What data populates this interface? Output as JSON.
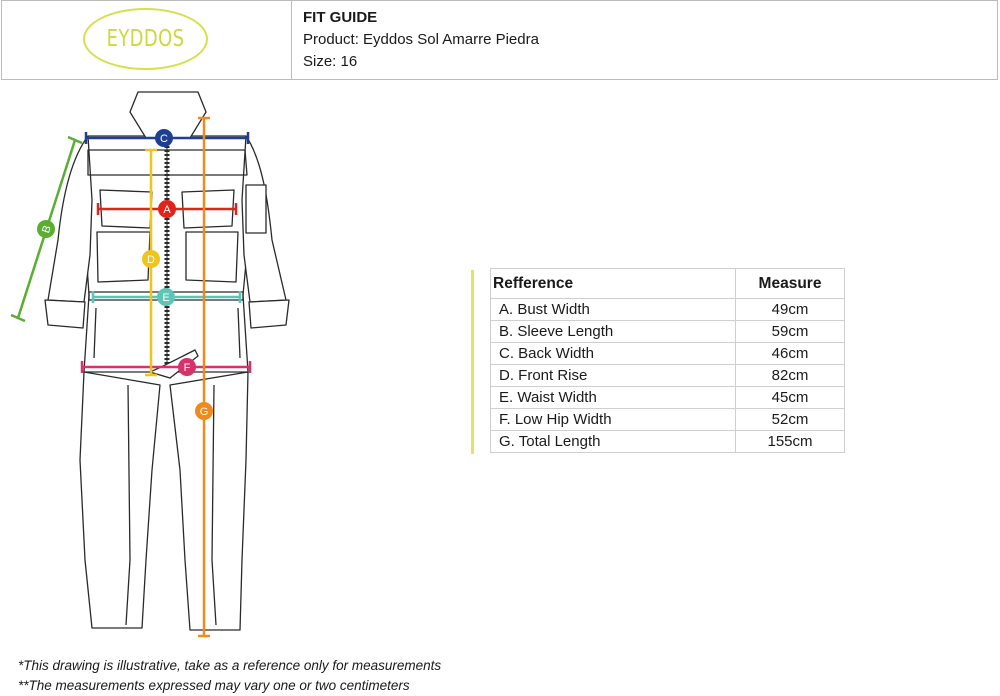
{
  "header": {
    "logo_text": "EYDDOS",
    "title": "FIT GUIDE",
    "product": "Product: Eyddos Sol Amarre Piedra",
    "size": "Size: 16"
  },
  "colors": {
    "logo": "#d5e04a",
    "A": "#e2231a",
    "B": "#5aae32",
    "C": "#1f3f95",
    "D": "#f0c419",
    "E": "#5ec4b6",
    "F": "#d6336c",
    "G": "#f08a1c"
  },
  "markers": {
    "A": "A",
    "B": "B",
    "C": "C",
    "D": "D",
    "E": "E",
    "F": "F",
    "G": "G"
  },
  "table": {
    "header_ref": "Refference",
    "header_measure": "Measure",
    "rows": [
      {
        "ref": "A.  Bust Width",
        "measure": "49cm"
      },
      {
        "ref": "B.  Sleeve Length",
        "measure": "59cm"
      },
      {
        "ref": "C.  Back Width",
        "measure": "46cm"
      },
      {
        "ref": "D.  Front Rise",
        "measure": "82cm"
      },
      {
        "ref": "E.  Waist Width",
        "measure": "45cm"
      },
      {
        "ref": "F.   Low Hip Width",
        "measure": "52cm"
      },
      {
        "ref": "G.  Total Length",
        "measure": "155cm"
      }
    ]
  },
  "notes": [
    "*This drawing is illustrative, take as a reference only for measurements",
    "**The measurements expressed may vary one or two centimeters"
  ]
}
